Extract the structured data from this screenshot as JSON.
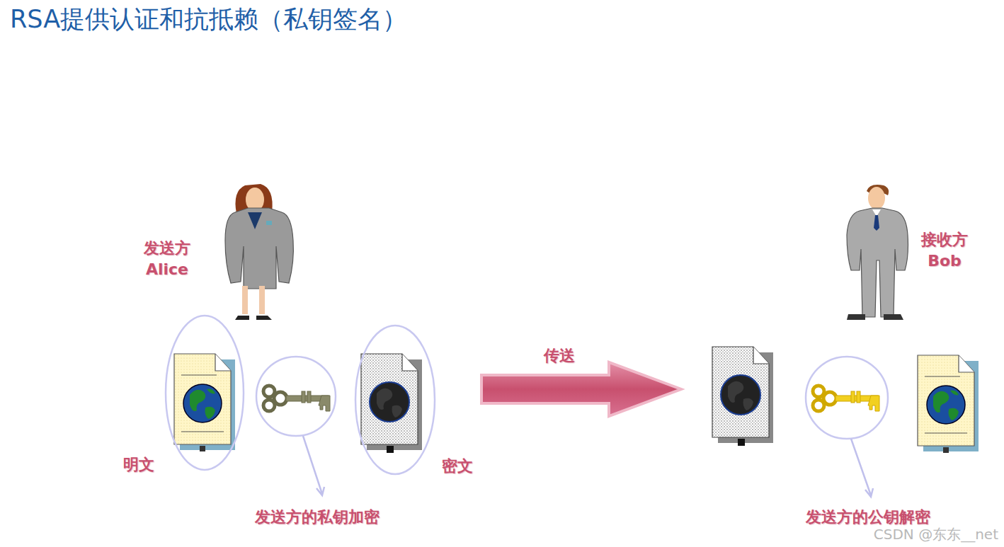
{
  "diagram": {
    "title": "RSA提供认证和抗抵赖（私钥签名）",
    "nodes": [
      {
        "text": [
          "明文"
        ]
      },
      {
        "text": [
          "密文"
        ]
      }
    ],
    "labels": [
      "发送方 Alice",
      "接收方 Bob",
      "传送",
      "发送方的私钥加密",
      "发送方的公钥解密",
      "CSDN @东东__net"
    ]
  }
}
